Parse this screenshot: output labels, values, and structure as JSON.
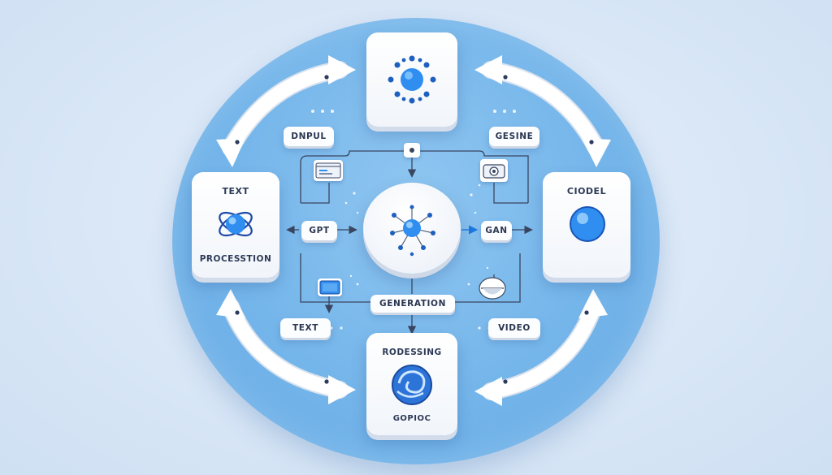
{
  "nodes": {
    "top": {
      "label": ""
    },
    "left": {
      "title": "TEXT",
      "subtitle": "PROCESSTION"
    },
    "right": {
      "title": "CIODEL"
    },
    "bottom": {
      "title": "RODESSING",
      "subtitle": "GOPIOC"
    }
  },
  "pills": {
    "dnpul": "DNPUL",
    "gesine": "GESINE",
    "gpt": "GPT",
    "gan": "GAN",
    "generation": "GENERATION",
    "text": "TEXT",
    "video": "VIDEO"
  },
  "colors": {
    "background": "#dbe8f7",
    "disc": "#74b5ea",
    "accent": "#1e78e0",
    "card": "#ffffff",
    "line": "#3a4660"
  },
  "icons": {
    "top": "dot-cluster-icon",
    "left": "atom-icon",
    "right": "sphere-icon",
    "bottom": "swirl-icon",
    "hub": "network-node-icon"
  }
}
